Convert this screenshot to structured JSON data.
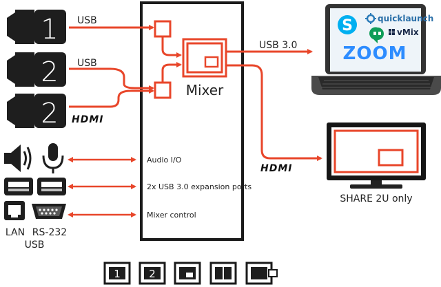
{
  "colors": {
    "accent": "#e8462a",
    "dark": "#1e1e1e",
    "panel_border": "#2a2a2a"
  },
  "sources": {
    "cam1_number": "1",
    "cam2_number": "2",
    "cam3_number": "2",
    "usb_label_1": "USB",
    "usb_label_2": "USB",
    "hdmi_in_label": "HDMI"
  },
  "mixer": {
    "label": "Mixer"
  },
  "outputs": {
    "usb3_label": "USB 3.0",
    "hdmi_out_label": "HDMI",
    "laptop_apps": {
      "skype_letter": "S",
      "quicklaunch": "quicklaunch",
      "vmix": "vMix",
      "zoom": "ZOOM"
    },
    "monitor_caption": "SHARE 2U only"
  },
  "ports": {
    "audio_io": "Audio I/O",
    "usb_expansion": "2x USB 3.0 expansion ports",
    "mixer_control": "Mixer control",
    "lan_label": "LAN",
    "rs232_label": "RS-232",
    "usb_label": "USB"
  },
  "layout_buttons": [
    {
      "name": "layout-button-cam1",
      "label": "1"
    },
    {
      "name": "layout-button-cam2",
      "label": "2"
    },
    {
      "name": "layout-button-pip",
      "label": ""
    },
    {
      "name": "layout-button-side-by-side",
      "label": ""
    },
    {
      "name": "layout-button-pip-side",
      "label": ""
    }
  ]
}
